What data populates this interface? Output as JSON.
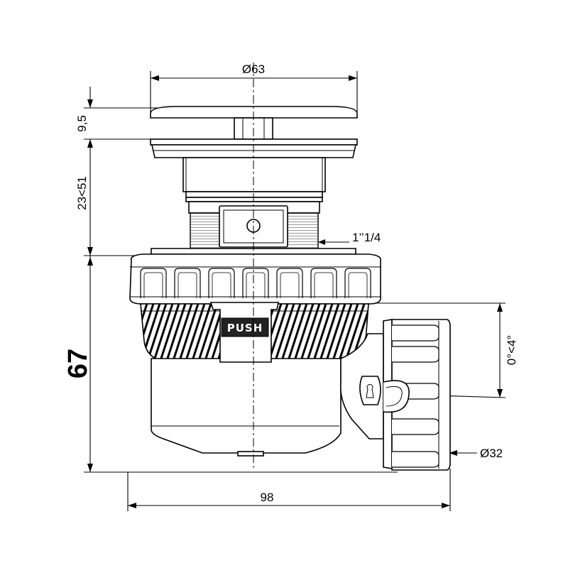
{
  "dimensions": {
    "cap_diameter": "Ø63",
    "cap_height": "9,5",
    "adjust_range": "23<51",
    "thread": "1’’1/4",
    "total_height": "67",
    "angle": "0°<4°",
    "outlet_diameter": "Ø32",
    "total_width": "98"
  },
  "labels": {
    "push": "PUSH"
  }
}
